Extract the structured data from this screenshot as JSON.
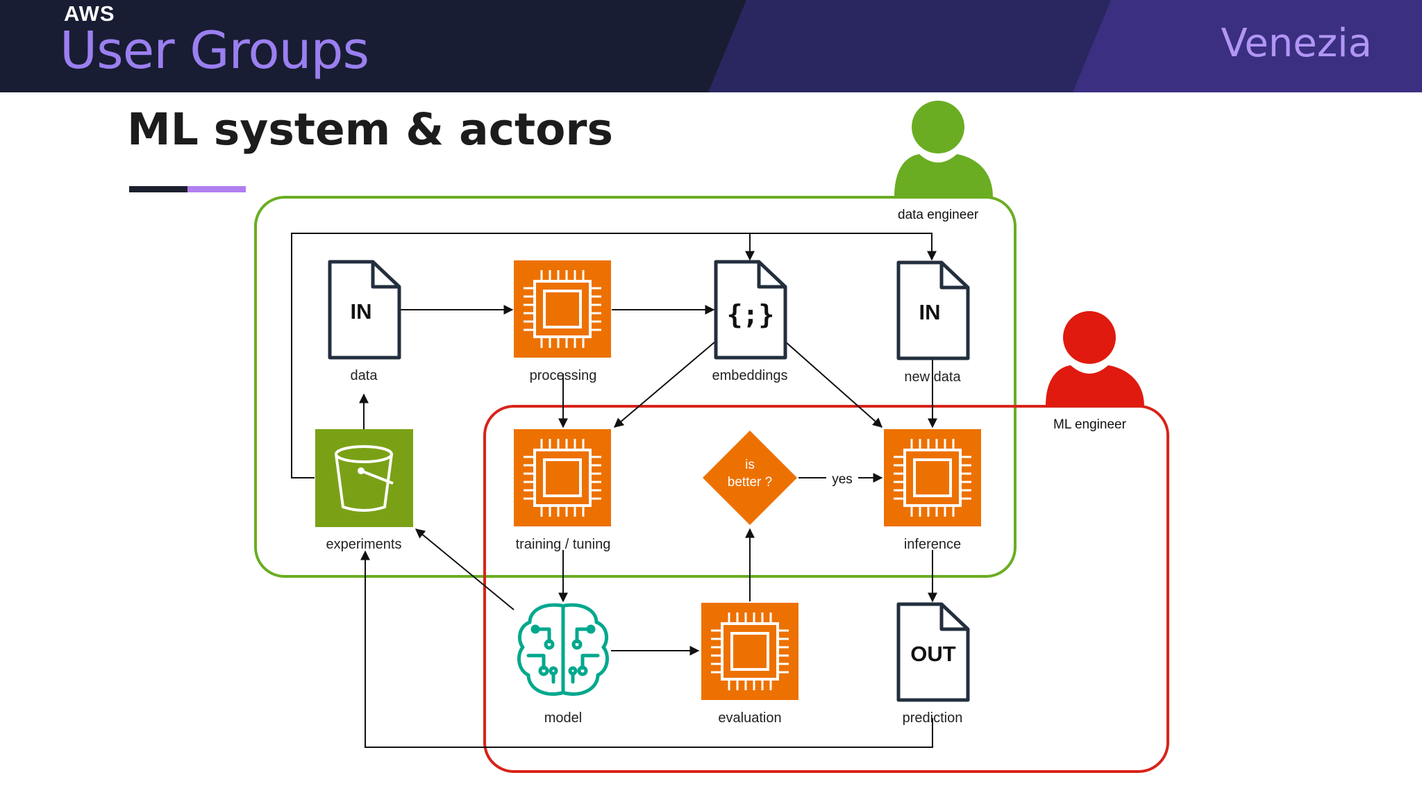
{
  "header": {
    "brand": "AWS",
    "title": "User Groups",
    "location": "Venezia"
  },
  "slide": {
    "title": "ML system & actors"
  },
  "colors": {
    "header_bg": "#181d33",
    "header_band": "#2f2a6b",
    "accent_purple": "#9b7ff0",
    "orange": "#ed7100",
    "green": "#7aa116",
    "teal": "#01a88d",
    "data_engineer_green": "#6aad22",
    "ml_engineer_red": "#e01a0f"
  },
  "actors": {
    "data_engineer": "data engineer",
    "ml_engineer": "ML engineer"
  },
  "nodes": {
    "data": {
      "label": "data",
      "tag": "IN"
    },
    "processing": {
      "label": "processing"
    },
    "embeddings": {
      "label": "embeddings",
      "glyph": "{;}"
    },
    "new_data": {
      "label": "new data",
      "tag": "IN"
    },
    "experiments": {
      "label": "experiments"
    },
    "training": {
      "label": "training / tuning"
    },
    "decision": {
      "line1": "is",
      "line2": "better ?"
    },
    "inference": {
      "label": "inference"
    },
    "model": {
      "label": "model"
    },
    "evaluation": {
      "label": "evaluation"
    },
    "prediction": {
      "label": "prediction",
      "tag": "OUT"
    }
  },
  "edges": {
    "yes_label": "yes"
  }
}
